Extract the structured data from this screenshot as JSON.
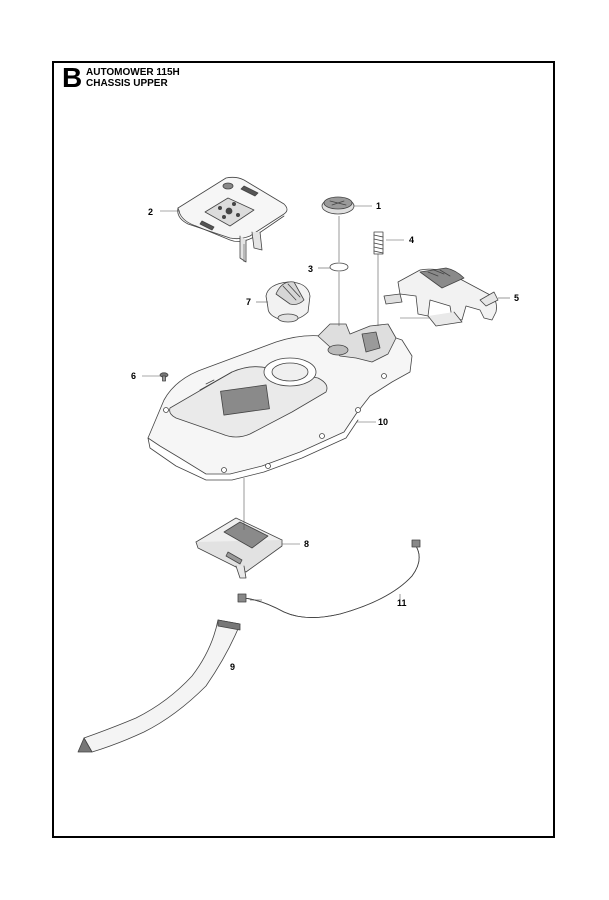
{
  "header": {
    "section_letter": "B",
    "model": "AUTOMOWER 115H",
    "section_name": "CHASSIS UPPER"
  },
  "callouts": [
    "1",
    "2",
    "3",
    "4",
    "5",
    "6",
    "7",
    "8",
    "9",
    "10",
    "11"
  ],
  "colors": {
    "line": "#444444",
    "part_fill_light": "#f4f4f4",
    "part_fill_mid": "#dcdcdc",
    "part_fill_dark": "#9a9a9a"
  }
}
